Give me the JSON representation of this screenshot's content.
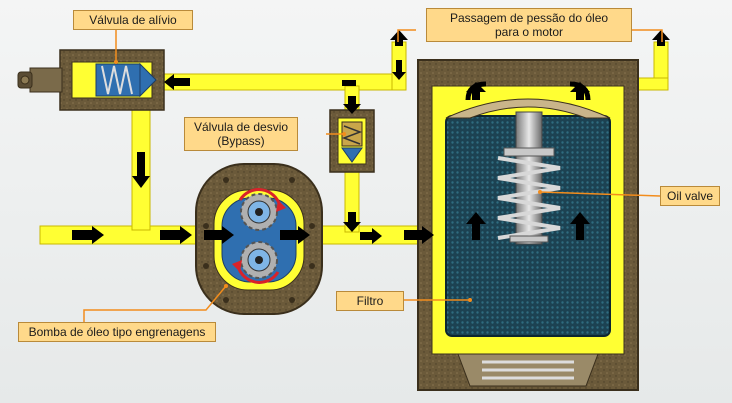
{
  "labels": {
    "relief_valve": "Válvula de alívio",
    "oil_passage_line1": "Passagem de pessão do óleo",
    "oil_passage_line2": "para o motor",
    "bypass_line1": "Válvula de desvio",
    "bypass_line2": "(Bypass)",
    "oil_valve": "Oil valve",
    "filter": "Filtro",
    "gear_pump": "Bomba de óleo tipo engrenagens"
  },
  "colors": {
    "oil": "#ffff33",
    "housing": "#6b5a3a",
    "filter_media": "#1f4a5a",
    "label_fill": "#ffd98a",
    "leader_line": "#f28c1c",
    "arrow": "#000000",
    "pump_arrow": "#d8232a",
    "valve_blue": "#2f6fb0"
  }
}
